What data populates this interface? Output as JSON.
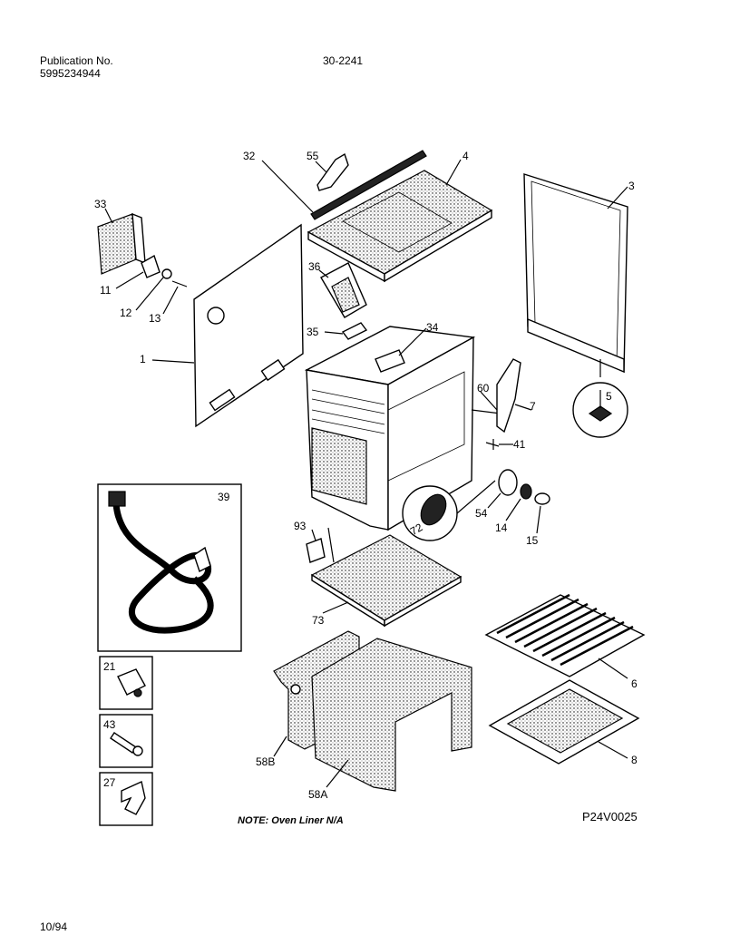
{
  "header": {
    "publication_label": "Publication No.",
    "publication_number": "5995234944",
    "model_code": "30-2241"
  },
  "callouts": [
    "32",
    "55",
    "4",
    "3",
    "33",
    "11",
    "12",
    "13",
    "36",
    "35",
    "34",
    "1",
    "60",
    "7",
    "5",
    "41",
    "39",
    "72",
    "54",
    "14",
    "15",
    "93",
    "73",
    "6",
    "21",
    "43",
    "58B",
    "27",
    "58A",
    "8"
  ],
  "note": "NOTE: Oven Liner N/A",
  "drawing_code": "P24V0025",
  "date": "10/94"
}
